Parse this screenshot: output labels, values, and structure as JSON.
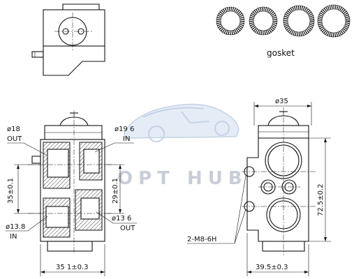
{
  "watermark": {
    "text": "OPT HUB"
  },
  "gasket": {
    "label": "gosket",
    "ring_count": 4
  },
  "front_view": {
    "labels": {
      "out_top_size": "ø18",
      "out_top_word": "OUT",
      "in_top_size": "ø19 6",
      "in_top_word": "IN",
      "height_left": "35±0.1",
      "height_right": "29±0.1",
      "in_bottom_size": "ø13.8",
      "in_bottom_word": "IN",
      "out_bottom_size": "ø13 6",
      "out_bottom_word": "OUT",
      "width_bottom": "35 1±0.3"
    }
  },
  "side_view": {
    "labels": {
      "top_diameter": "ø35",
      "height": "72.5±0.2",
      "thread": "2-M8-6H",
      "width_bottom": "39.5±0.3"
    }
  }
}
